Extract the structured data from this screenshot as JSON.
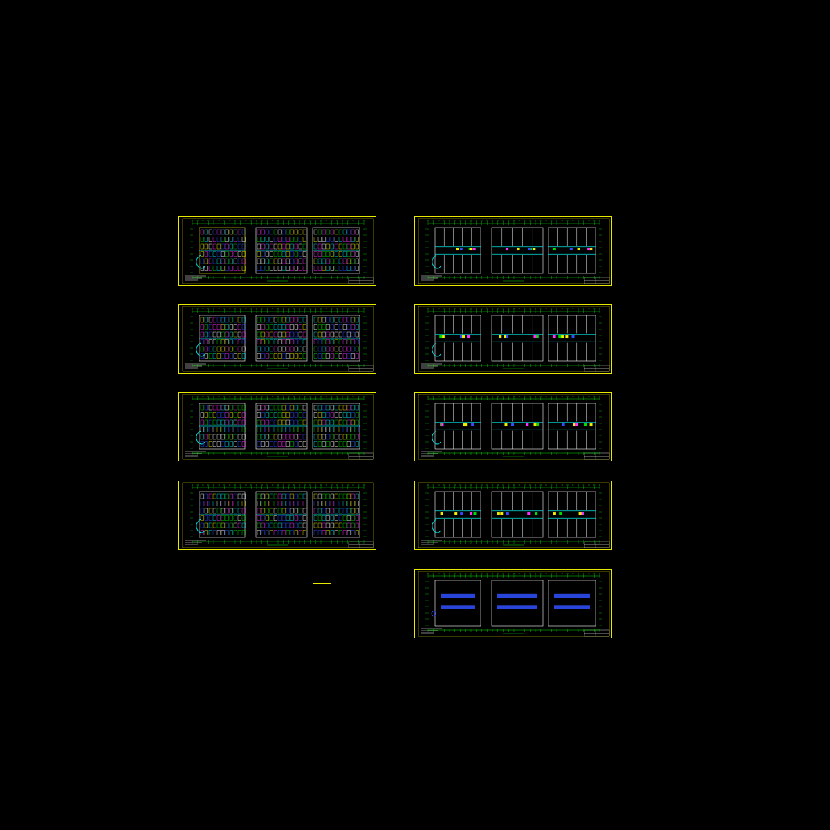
{
  "app": {
    "view": "cad-model-space",
    "background": "#000000"
  },
  "colors": {
    "frame": "#e8e800",
    "grid": "#00e000",
    "wall": "#ffffff",
    "accent_blue": "#3050ff",
    "accent_magenta": "#ff30ff",
    "accent_cyan": "#00e8e8",
    "accent_yellow": "#f0f000"
  },
  "sheets": [
    {
      "id": "L1",
      "style": "dense"
    },
    {
      "id": "L2",
      "style": "dense"
    },
    {
      "id": "L3",
      "style": "dense"
    },
    {
      "id": "L4",
      "style": "dense"
    },
    {
      "id": "R1",
      "style": "sparse"
    },
    {
      "id": "R2",
      "style": "sparse"
    },
    {
      "id": "R3",
      "style": "sparse"
    },
    {
      "id": "R4",
      "style": "sparse"
    },
    {
      "id": "R5",
      "style": "section"
    }
  ],
  "legend": {
    "icon": "legend-box-icon"
  }
}
